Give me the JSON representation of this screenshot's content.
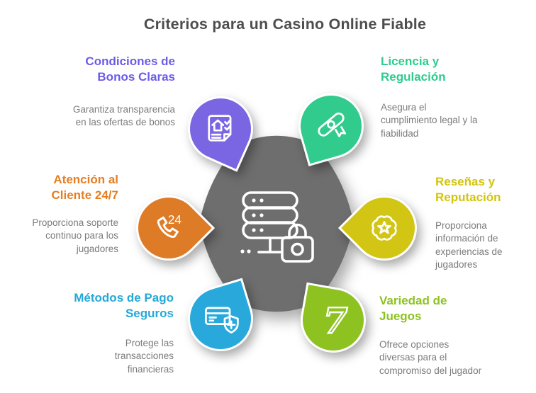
{
  "title": "Criterios para un Casino Online Fiable",
  "colors": {
    "center_shape": "#6e6e6e",
    "title_text": "#4d4d4d",
    "description_text": "#7b7b7b"
  },
  "center": {
    "icon": "secure-server-lock-icon"
  },
  "nodes": [
    {
      "heading": "Condiciones de\nBonos Claras",
      "description": "Garantiza transparencia\nen las ofertas de bonos",
      "color": "#7a66e3",
      "text_color": "#6c5ce7",
      "icon": "bonus-terms-document-icon"
    },
    {
      "heading": "Licencia y\nRegulación",
      "description": "Asegura el\ncumplimiento legal y la\nfiabilidad",
      "color": "#30cb8d",
      "text_color": "#2ecc8e",
      "icon": "license-diploma-icon"
    },
    {
      "heading": "Atención al\nCliente 24/7",
      "description": "Proporciona soporte\ncontinuo para los\njugadores",
      "color": "#de7b27",
      "text_color": "#e67e22",
      "icon": "support-phone-icon",
      "phone_label": "24"
    },
    {
      "heading": "Reseñas y\nReputación",
      "description": "Proporciona\ninformación de\nexperiencias de\njugadores",
      "color": "#d2c513",
      "text_color": "#d3c40e",
      "icon": "reputation-badge-star-icon"
    },
    {
      "heading": "Métodos de Pago\nSeguros",
      "description": "Protege las\ntransacciones\nfinancieras",
      "color": "#29a9db",
      "text_color": "#25a8d8",
      "icon": "payment-card-shield-icon"
    },
    {
      "heading": "Variedad de\nJuegos",
      "description": "Ofrece opciones\ndiversas para el\ncompromiso del jugador",
      "color": "#8dc221",
      "text_color": "#8dc221",
      "icon": "slot-seven-icon",
      "seven_glyph": "7"
    }
  ]
}
